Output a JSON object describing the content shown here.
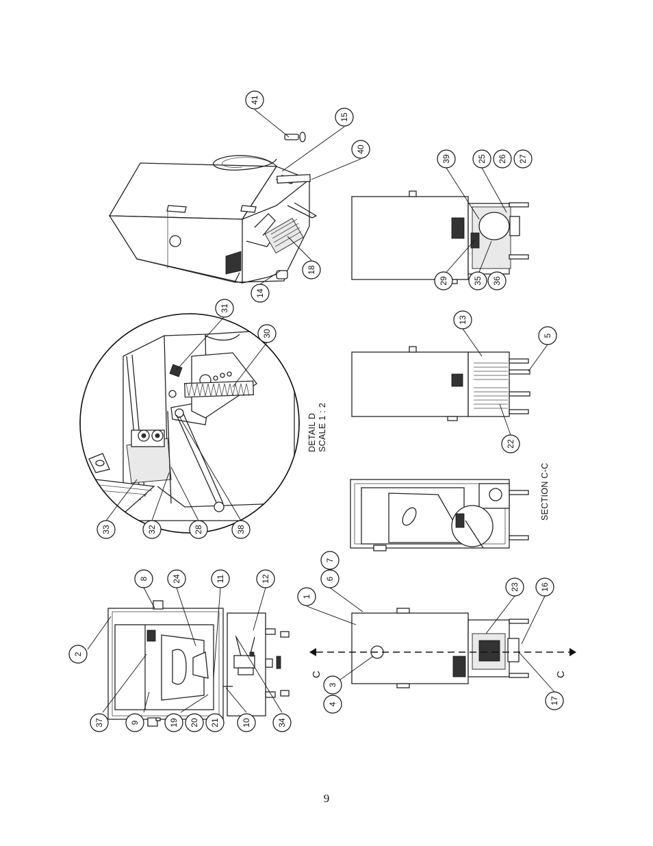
{
  "page_number": "9",
  "detail_title": "DETAIL D",
  "detail_scale": "SCALE 1 : 2",
  "section_title": "SECTION C-C",
  "cut_letter": "C",
  "balloons": [
    {
      "id": "b41",
      "label": "41"
    },
    {
      "id": "b15",
      "label": "15"
    },
    {
      "id": "b40",
      "label": "40"
    },
    {
      "id": "b14",
      "label": "14"
    },
    {
      "id": "b18",
      "label": "18"
    },
    {
      "id": "b31",
      "label": "31"
    },
    {
      "id": "b30",
      "label": "30"
    },
    {
      "id": "b33",
      "label": "33"
    },
    {
      "id": "b32",
      "label": "32"
    },
    {
      "id": "b28",
      "label": "28"
    },
    {
      "id": "b38",
      "label": "38"
    },
    {
      "id": "b8",
      "label": "8"
    },
    {
      "id": "b24",
      "label": "24"
    },
    {
      "id": "b11",
      "label": "11"
    },
    {
      "id": "b12",
      "label": "12"
    },
    {
      "id": "b2",
      "label": "2"
    },
    {
      "id": "b37",
      "label": "37"
    },
    {
      "id": "b9",
      "label": "9"
    },
    {
      "id": "b19",
      "label": "19"
    },
    {
      "id": "b20",
      "label": "20"
    },
    {
      "id": "b21",
      "label": "21"
    },
    {
      "id": "b10",
      "label": "10"
    },
    {
      "id": "b34",
      "label": "34"
    },
    {
      "id": "b39",
      "label": "39"
    },
    {
      "id": "b25",
      "label": "25"
    },
    {
      "id": "b26",
      "label": "26"
    },
    {
      "id": "b27",
      "label": "27"
    },
    {
      "id": "b29",
      "label": "29"
    },
    {
      "id": "b35",
      "label": "35"
    },
    {
      "id": "b36",
      "label": "36"
    },
    {
      "id": "b13",
      "label": "13"
    },
    {
      "id": "b5",
      "label": "5"
    },
    {
      "id": "b22",
      "label": "22"
    },
    {
      "id": "b1",
      "label": "1"
    },
    {
      "id": "b6",
      "label": "6"
    },
    {
      "id": "b7",
      "label": "7"
    },
    {
      "id": "b23",
      "label": "23"
    },
    {
      "id": "b16",
      "label": "16"
    },
    {
      "id": "b3",
      "label": "3"
    },
    {
      "id": "b4",
      "label": "4"
    },
    {
      "id": "b17",
      "label": "17"
    }
  ]
}
